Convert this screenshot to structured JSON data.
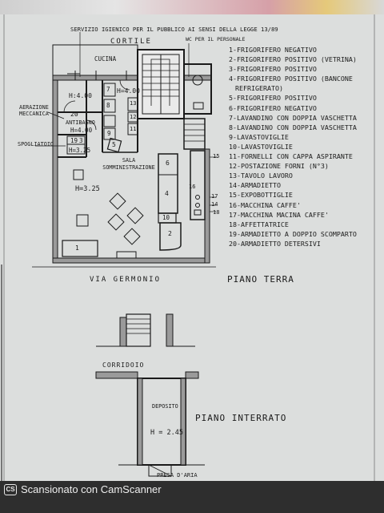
{
  "header": {
    "top_note": "SERVIZIO IGIENICO PER IL PUBBLICO AI SENSI DELLA LEGGE 13/89",
    "wc_staff": "WC PER IL PERSONALE"
  },
  "ground_floor": {
    "title": "PIANO TERRA",
    "courtyard": "CORTILE",
    "street": "VIA GERMONIO",
    "kitchen": "CUCINA",
    "kitchen_height": "H=4.00",
    "left_room_height": "H:4.00",
    "antibagno": "ANTIBAGNO",
    "antibagno_height": "H=4.00",
    "ventilation": "AERAZIONE MECCANICA",
    "locker_room": "SPOGLIATOIO",
    "locker_height": "H=3.25",
    "hall_name": "SALA SOMMINISTRAZIONE",
    "hall_height": "H=3.25",
    "numbers": [
      "20",
      "19",
      "3",
      "7",
      "8",
      "13",
      "12",
      "11",
      "9",
      "5",
      "6",
      "4",
      "10",
      "2",
      "1",
      "15",
      "16",
      "17",
      "18",
      "14"
    ]
  },
  "basement": {
    "title": "PIANO INTERRATO",
    "corridor": "CORRIDOIO",
    "storage": "DEPOSITO",
    "storage_height": "H = 2.45",
    "air_intake": "PRESA D'ARIA"
  },
  "legend": [
    "1-FRIGORIFERO NEGATIVO",
    "2-FRIGORIFERO POSITIVO (VETRINA)",
    "3-FRIGORIFERO POSITIVO",
    "4-FRIGORIFERO POSITIVO (BANCONE",
    "REFRIGERATO)",
    "5-FRIGORIFERO POSITIVO",
    "6-FRIGORIFERO NEGATIVO",
    "7-LAVANDINO CON DOPPIA VASCHETTA",
    "8-LAVANDINO CON DOPPIA VASCHETTA",
    "9-LAVASTOVIGLIE",
    "10-LAVASTOVIGLIE",
    "11-FORNELLI CON CAPPA ASPIRANTE",
    "12-POSTAZIONE FORNI (N°3)",
    "13-TAVOLO LAVORO",
    "14-ARMADIETTO",
    "15-EXPOBOTTIGLIE",
    "16-MACCHINA CAFFE'",
    "17-MACCHINA MACINA CAFFE'",
    "18-AFFETTATRICE",
    "19-ARMADIETTO A DOPPIO SCOMPARTO",
    "20-ARMADIETTO DETERSIVI"
  ],
  "watermark": {
    "logo": "CS",
    "text": "Scansionato con CamScanner"
  },
  "colors": {
    "paper": "#dcdedd",
    "ink": "#1a1a1a",
    "wall_fill": "#9a9a9a",
    "bar": "#2e2e2e"
  }
}
